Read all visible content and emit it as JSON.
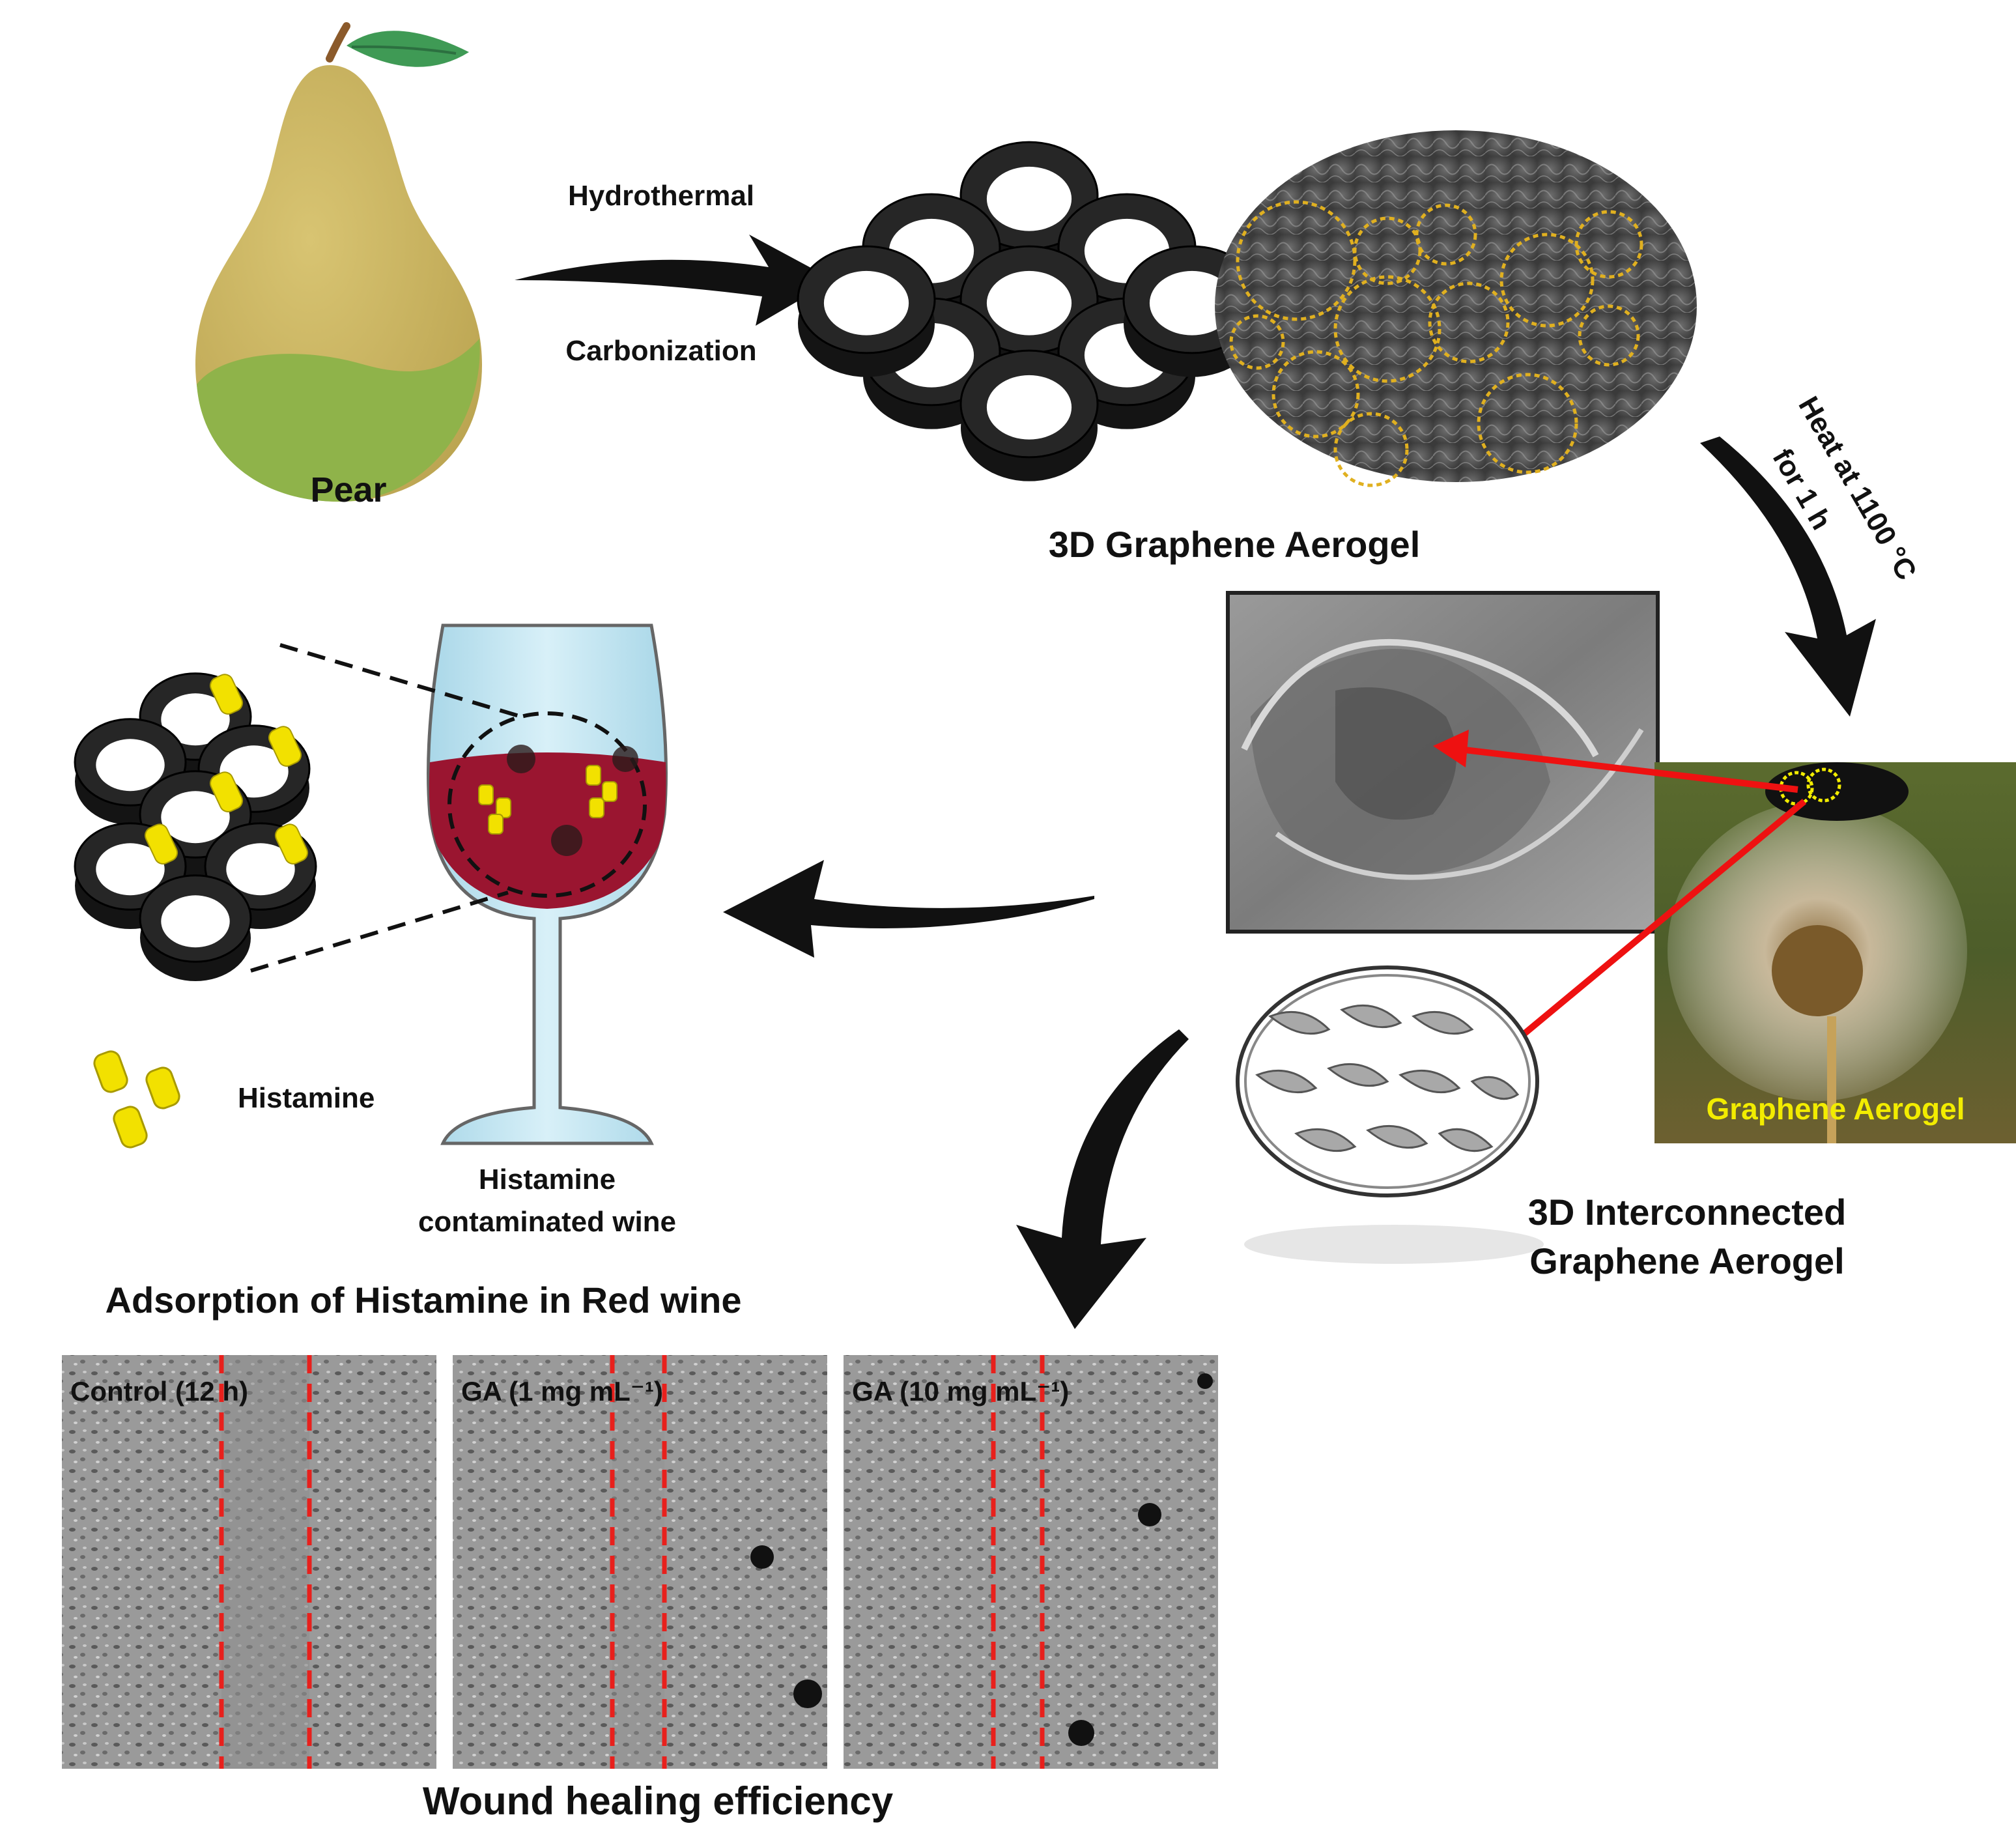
{
  "labels": {
    "pear": "Pear",
    "hydrothermal": "Hydrothermal",
    "carbonization": "Carbonization",
    "aerogel_3d": "3D Graphene Aerogel",
    "heat_line1": "Heat at 1100 °C",
    "heat_line2": "for 1 h",
    "graphene_aerogel_photo": "Graphene Aerogel",
    "interconnected_line1": "3D Interconnected",
    "interconnected_line2": "Graphene Aerogel",
    "histamine": "Histamine",
    "wine_line1": "Histamine",
    "wine_line2": "contaminated wine",
    "adsorption_title": "Adsorption of Histamine in Red wine",
    "wound_title": "Wound healing efficiency"
  },
  "panels": [
    {
      "label": "Control (12 h)"
    },
    {
      "label": "GA (1 mg mL⁻¹)"
    },
    {
      "label": "GA (10 mg mL⁻¹)"
    }
  ],
  "colors": {
    "pear_body": "#c9b25e",
    "pear_bottom": "#8fb34a",
    "leaf": "#3f9a55",
    "carbon": "#262626",
    "histamine": "#f2e100",
    "wine": "#9a1530",
    "glass": "#bfe3ef",
    "arrow_red": "#ee1111",
    "highlight_yellow": "#f2ec00",
    "sem_gray": "#8a8a8a",
    "cell_gray": "#9c9c9c",
    "dash_red": "#e8201c"
  }
}
